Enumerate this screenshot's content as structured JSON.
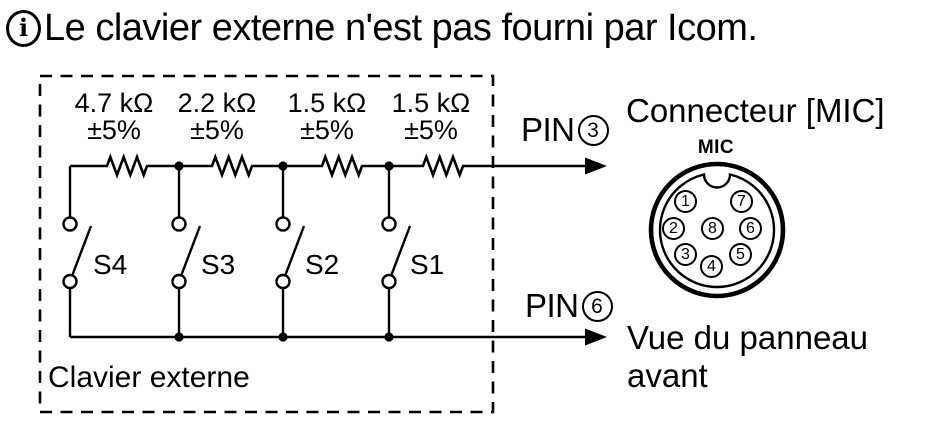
{
  "note": {
    "icon": "i",
    "text": "Le clavier externe n'est pas fourni par Icom."
  },
  "keypad_box": {
    "label": "Clavier externe",
    "resistors": [
      {
        "value": "4.7 kΩ",
        "tolerance": "±5%"
      },
      {
        "value": "2.2 kΩ",
        "tolerance": "±5%"
      },
      {
        "value": "1.5 kΩ",
        "tolerance": "±5%"
      },
      {
        "value": "1.5 kΩ",
        "tolerance": "±5%"
      }
    ],
    "switches": [
      "S4",
      "S3",
      "S2",
      "S1"
    ]
  },
  "pin_lines": {
    "top": {
      "label": "PIN",
      "number": "3"
    },
    "bottom": {
      "label": "PIN",
      "number": "6"
    }
  },
  "connector": {
    "title": "Connecteur [MIC]",
    "jack_label": "MIC",
    "pins": [
      "1",
      "7",
      "2",
      "8",
      "6",
      "3",
      "4",
      "5"
    ],
    "caption": "Vue du panneau avant"
  },
  "colors": {
    "ink": "#000000",
    "background": "#ffffff"
  }
}
